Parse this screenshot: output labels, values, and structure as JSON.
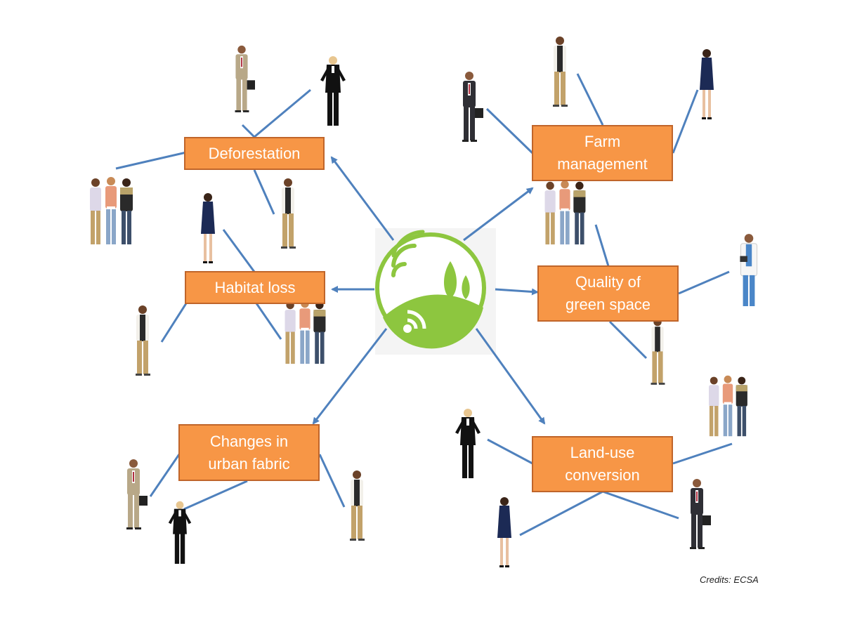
{
  "diagram": {
    "hub": {
      "name": "central-logo",
      "colors": {
        "ring": "#8dc63f",
        "hill": "#8dc63f",
        "tree": "#8dc63f",
        "waves": "#8dc63f",
        "backdrop": "#f4f4f4"
      }
    },
    "topics": [
      {
        "id": "deforestation",
        "lines": [
          "Deforestation"
        ]
      },
      {
        "id": "farm-management",
        "lines": [
          "Farm",
          "management"
        ]
      },
      {
        "id": "habitat-loss",
        "lines": [
          "Habitat loss"
        ]
      },
      {
        "id": "quality-of-green-space",
        "lines": [
          "Quality of",
          "green space"
        ]
      },
      {
        "id": "changes-in-urban-fabric",
        "lines": [
          "Changes in",
          "urban fabric"
        ]
      },
      {
        "id": "land-use-conversion",
        "lines": [
          "Land-use",
          "conversion"
        ]
      }
    ],
    "people_types": [
      "businessman-beige-suit",
      "businesswoman-black-suit",
      "businessman-dark-suit",
      "woman-navy-dress",
      "young-man-casual",
      "group-of-three-teens",
      "doctor-white-coat"
    ],
    "colors": {
      "box_fill": "#f79646",
      "box_border": "#c0652a",
      "box_text": "#ffffff",
      "connector": "#4f81bd",
      "arrow": "#4f81bd"
    },
    "credits": "Credits: ECSA"
  }
}
